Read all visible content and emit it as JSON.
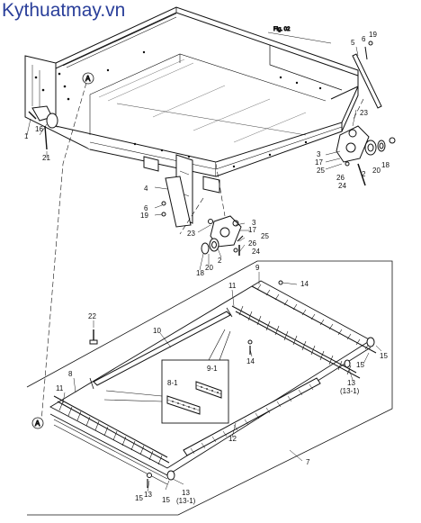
{
  "watermark": "Kythuatmay.vn",
  "fig_ref": "Fig. 02",
  "view_marker": "A",
  "callouts": {
    "p1": "1",
    "p2a": "2",
    "p2b": "2",
    "p3a": "3",
    "p3b": "3",
    "p4": "4",
    "p5": "5",
    "p6a": "6",
    "p6b": "6",
    "p7": "7",
    "p8": "8",
    "p8_1": "8-1",
    "p9": "9",
    "p9_1": "9-1",
    "p10": "10",
    "p11a": "11",
    "p11b": "11",
    "p12": "12",
    "p13a": "13",
    "p13b": "13",
    "p13c": "13",
    "p13_1a": "(13-1)",
    "p13_1b": "(13-1)",
    "p14a": "14",
    "p14b": "14",
    "p15a": "15",
    "p15b": "15",
    "p15c": "15",
    "p16": "16",
    "p17a": "17",
    "p17b": "17",
    "p18a": "18",
    "p18b": "18",
    "p19a": "19",
    "p19b": "19",
    "p20a": "20",
    "p20b": "20",
    "p21": "21",
    "p22": "22",
    "p23a": "23",
    "p23b": "23",
    "p24a": "24",
    "p24b": "24",
    "p25a": "25",
    "p25b": "25",
    "p26a": "26",
    "p26b": "26"
  }
}
